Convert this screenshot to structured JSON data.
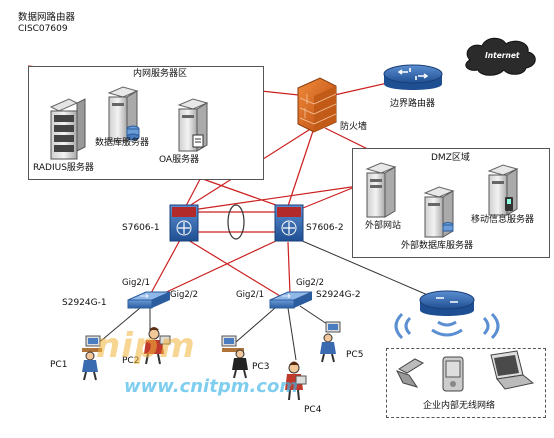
{
  "header": {
    "title": "数据网路由器",
    "subtitle": "CISC07609"
  },
  "internet": {
    "label": "Internet"
  },
  "firewall": {
    "label": "防火墙"
  },
  "edge_router": {
    "label": "边界路由器"
  },
  "intranet_zone": {
    "title": "内网服务器区",
    "radius": "RADIUS服务器",
    "db": "数据库服务器",
    "oa": "OA服务器"
  },
  "dmz_zone": {
    "title": "DMZ区域",
    "web": "外部网站",
    "ext_db": "外部数据库服务器",
    "mobile": "移动信息服务器"
  },
  "core": {
    "left": "S7606-1",
    "right": "S7606-2"
  },
  "access": {
    "left": "S2924G-1",
    "right": "S2924G-2",
    "port_left_up": "Gig2/1",
    "port_left_down": "Gig2/2",
    "port_right_left": "Gig2/1",
    "port_right_up": "Gig2/2"
  },
  "pcs": [
    "PC1",
    "PC2",
    "PC3",
    "PC4",
    "PC5"
  ],
  "wireless": {
    "label": "企业内部无线网络"
  },
  "watermark": {
    "text1": "nipm",
    "text2": "www.cnitpm.com"
  },
  "colors": {
    "link_red": "#cc1f1f",
    "link_black": "#333333",
    "switch_blue": "#3b6fb0",
    "router_blue": "#2a5fa0"
  }
}
